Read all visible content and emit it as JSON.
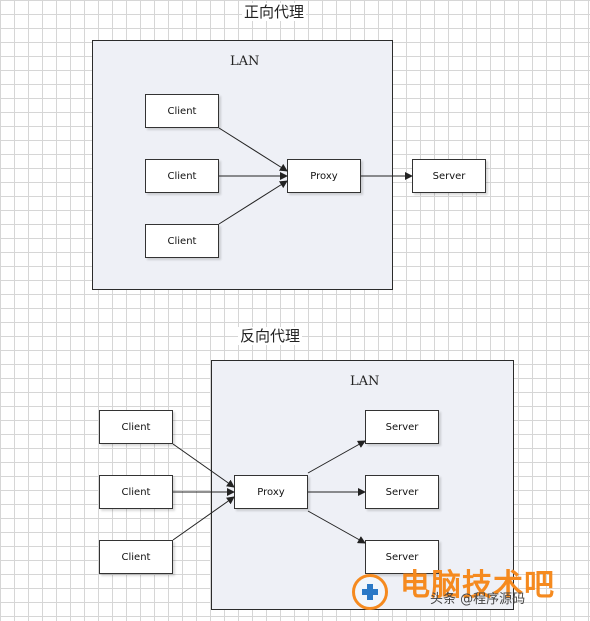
{
  "forward": {
    "title": "正向代理",
    "lan_label": "LAN",
    "clients": [
      "Client",
      "Client",
      "Client"
    ],
    "proxy": "Proxy",
    "server": "Server"
  },
  "reverse": {
    "title": "反向代理",
    "lan_label": "LAN",
    "clients": [
      "Client",
      "Client",
      "Client"
    ],
    "proxy": "Proxy",
    "servers": [
      "Server",
      "Server",
      "Server"
    ]
  },
  "watermark": {
    "brand": "电脑技术吧",
    "caption": "头条 @程序源码"
  },
  "colors": {
    "lan_fill": "#eef0f6",
    "grid": "#d6d6d6",
    "watermark_orange": "#f58a1f",
    "watermark_blue": "#2b79c6"
  }
}
